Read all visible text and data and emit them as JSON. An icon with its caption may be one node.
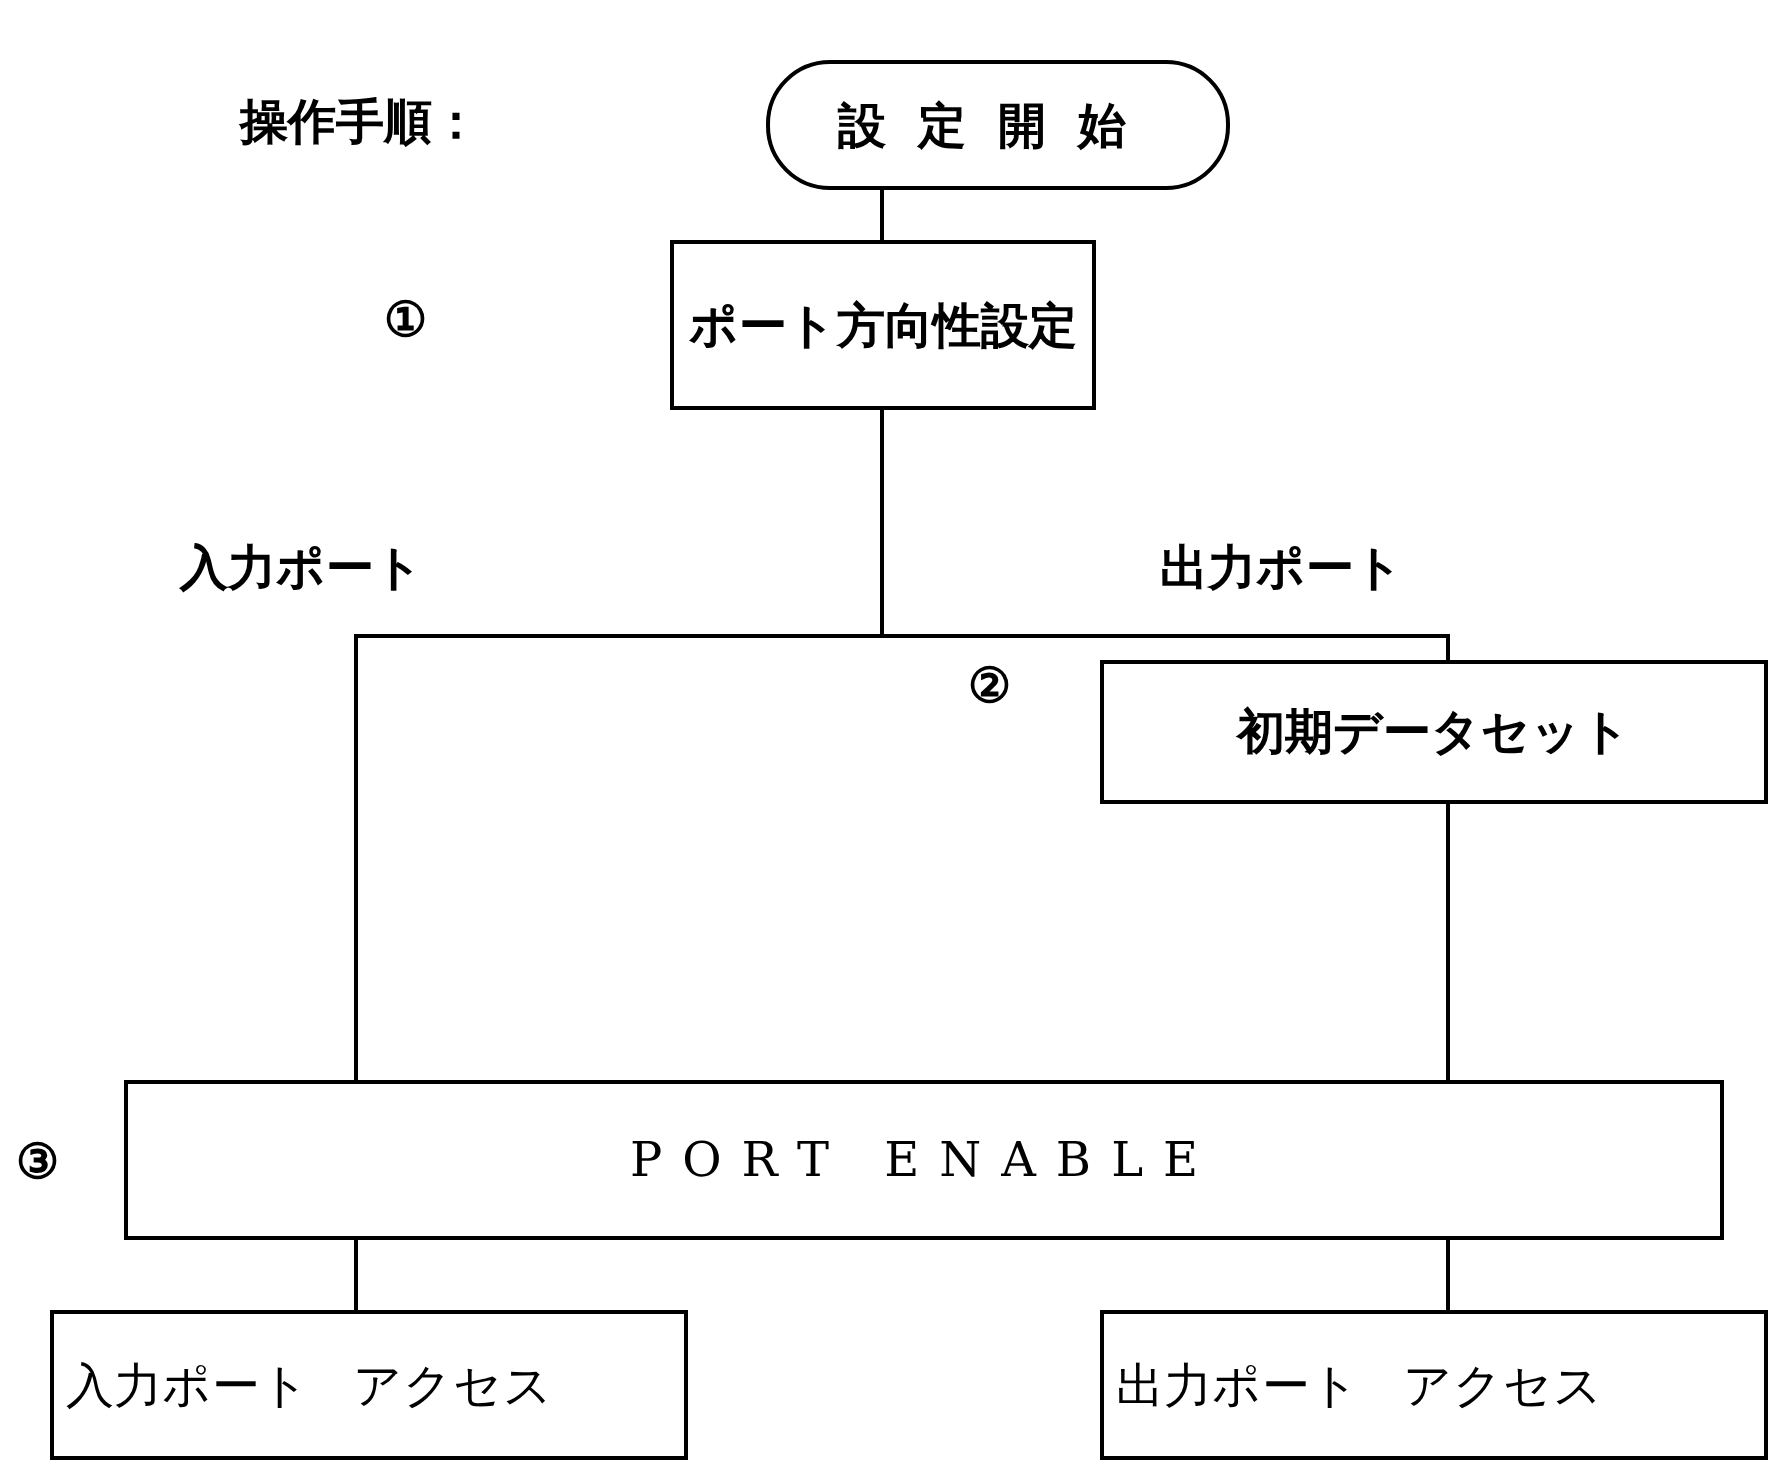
{
  "diagram": {
    "nodes": [
      {
        "text": [
          "設定開始"
        ]
      },
      {
        "text": [
          "ポート方向性設定"
        ]
      },
      {
        "text": [
          "初期データセット"
        ]
      },
      {
        "text": [
          "PORT ENABLE"
        ]
      },
      {
        "text": [
          "入力ポート アクセス"
        ]
      },
      {
        "text": [
          "出力ポート アクセス"
        ]
      }
    ],
    "edges": [
      {
        "from": 0,
        "to": 1,
        "arrow": "none"
      },
      {
        "from": 1,
        "to": 3,
        "arrow": "none",
        "label": "入力ポート"
      },
      {
        "from": 1,
        "to": 2,
        "arrow": "none",
        "label": "出力ポート"
      },
      {
        "from": 2,
        "to": 3,
        "arrow": "none"
      },
      {
        "from": 3,
        "to": 4,
        "arrow": "none"
      },
      {
        "from": 3,
        "to": 5,
        "arrow": "none"
      }
    ],
    "labels": [
      "操作手順：",
      "①",
      "②",
      "③"
    ]
  }
}
